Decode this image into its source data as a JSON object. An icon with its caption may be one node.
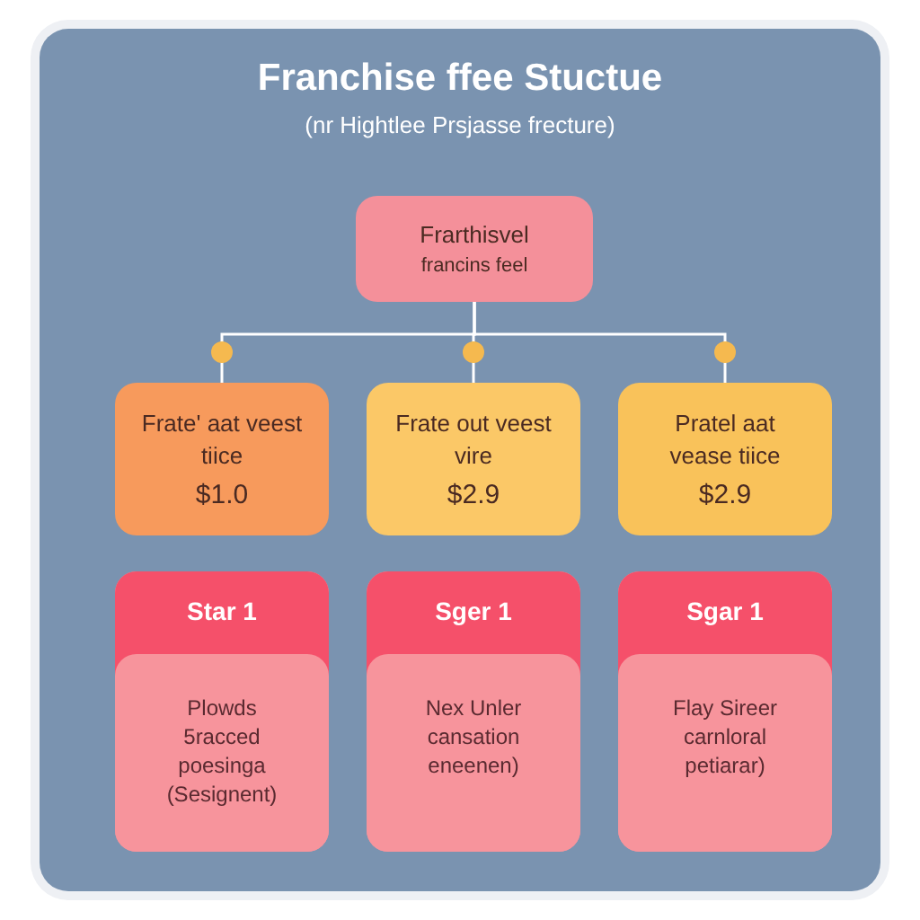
{
  "diagram": {
    "title": "Franchise ffee Stuctue",
    "caption": "(nr Hightlee Prsjasse frecture)",
    "nodes": [
      {
        "text": [
          "Frarthisvel",
          "francins feel"
        ]
      },
      {
        "text": [
          "Frate' aat veest tiice",
          "$1.0"
        ]
      },
      {
        "text": [
          "Frate out veest vire",
          "$2.9"
        ]
      },
      {
        "text": [
          "Pratel aat vease tiice",
          "$2.9"
        ]
      },
      {
        "text": [
          "Star 1",
          "Plowds 5racced poesinga (Sesignent)"
        ]
      },
      {
        "text": [
          "Sger 1",
          "Nex Unler cansation eneenen)"
        ]
      },
      {
        "text": [
          "Sgar 1",
          "Flay Sireer carnloral petiarar)"
        ]
      }
    ],
    "edges": [
      {
        "from": 0,
        "to": 1,
        "arrow": "other"
      },
      {
        "from": 0,
        "to": 2,
        "arrow": "other"
      },
      {
        "from": 0,
        "to": 3,
        "arrow": "other"
      }
    ]
  }
}
